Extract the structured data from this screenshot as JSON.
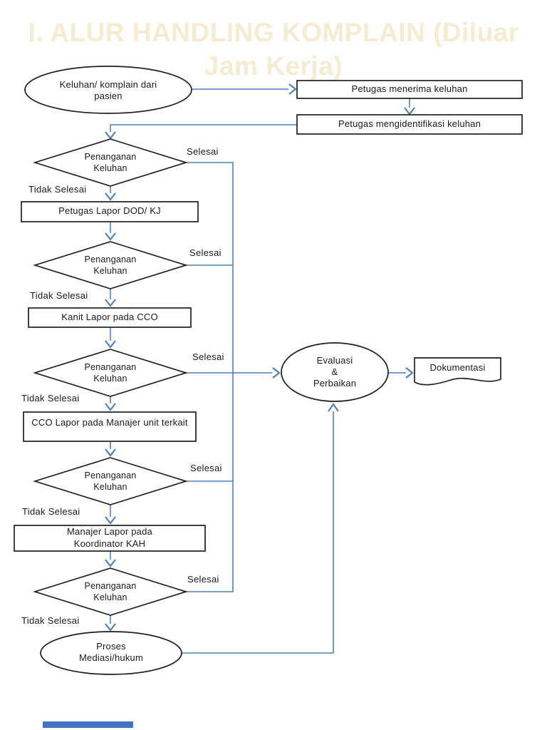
{
  "title": "I. ALUR HANDLING KOMPLAIN (Diluar\nJam Kerja)",
  "colors": {
    "title_text": "#f6ecd2",
    "connector_blue": "#4f81bd",
    "shape_outline": "#1f1f1f",
    "footer_bar": "#4472c4",
    "background": "#ffffff"
  },
  "labels": {
    "done": "Selesai",
    "not_done": "Tidak Selesai"
  },
  "nodes": {
    "start": "Keluhan/ komplain dari\npasien",
    "receive": "Petugas menerima keluhan",
    "identify": "Petugas mengidentifikasi keluhan",
    "decision": "Penanganan\nKeluhan",
    "report_dod": "Petugas Lapor DOD/ KJ",
    "report_cco": "Kanit Lapor pada CCO",
    "report_unit_manager": "CCO Lapor pada Manajer unit terkait",
    "report_kah": "Manajer Lapor pada\nKoordinator KAH",
    "mediation": "Proses\nMediasi/hukum",
    "evaluation": "Evaluasi\n&\nPerbaikan",
    "documentation": "Dokumentasi"
  }
}
